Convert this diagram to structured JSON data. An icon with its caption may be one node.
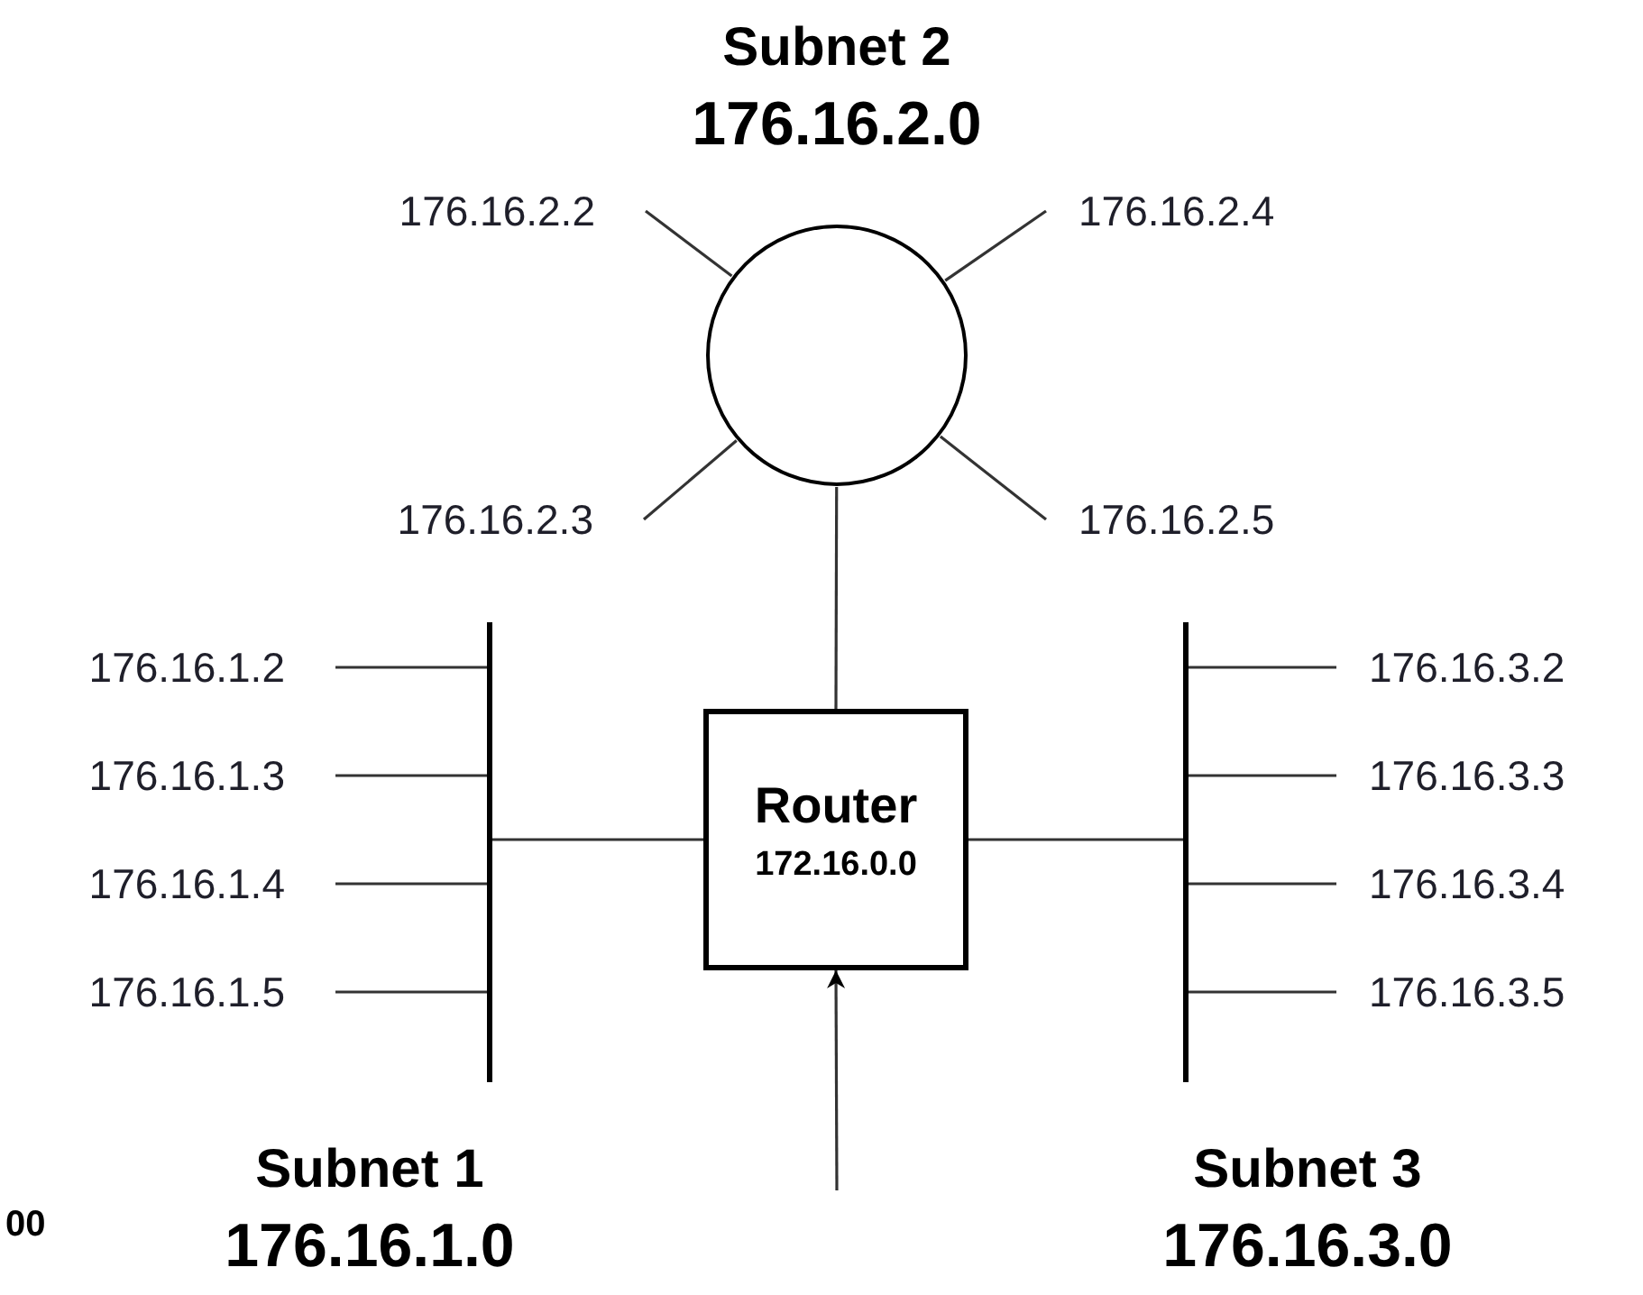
{
  "diagram": {
    "nodes": [
      {
        "text": [],
        "shape": "circle",
        "beside": [
          "Subnet 2",
          "176.16.2.0"
        ]
      },
      {
        "text": [
          "176.16.2.2"
        ]
      },
      {
        "text": [
          "176.16.2.4"
        ]
      },
      {
        "text": [
          "176.16.2.3"
        ]
      },
      {
        "text": [
          "176.16.2.5"
        ]
      },
      {
        "text": [],
        "shape": "bar",
        "beside": [
          "Subnet 1",
          "176.16.1.0"
        ]
      },
      {
        "text": [
          "176.16.1.2"
        ]
      },
      {
        "text": [
          "176.16.1.3"
        ]
      },
      {
        "text": [
          "176.16.1.4"
        ]
      },
      {
        "text": [
          "176.16.1.5"
        ]
      },
      {
        "text": [
          "Router",
          "172.16.0.0"
        ]
      },
      {
        "text": [],
        "shape": "bar",
        "beside": [
          "Subnet 3",
          "176.16.3.0"
        ]
      },
      {
        "text": [
          "176.16.3.2"
        ]
      },
      {
        "text": [
          "176.16.3.3"
        ]
      },
      {
        "text": [
          "176.16.3.4"
        ]
      },
      {
        "text": [
          "176.16.3.5"
        ]
      }
    ],
    "edges": [
      {
        "from": 1,
        "to": 0,
        "arrow": "none"
      },
      {
        "from": 2,
        "to": 0,
        "arrow": "none"
      },
      {
        "from": 3,
        "to": 0,
        "arrow": "none"
      },
      {
        "from": 4,
        "to": 0,
        "arrow": "none"
      },
      {
        "from": 0,
        "to": 10,
        "arrow": "none"
      },
      {
        "from": 6,
        "to": 5,
        "arrow": "none"
      },
      {
        "from": 7,
        "to": 5,
        "arrow": "none"
      },
      {
        "from": 8,
        "to": 5,
        "arrow": "none"
      },
      {
        "from": 9,
        "to": 5,
        "arrow": "none"
      },
      {
        "from": 5,
        "to": 10,
        "arrow": "none"
      },
      {
        "from": 10,
        "to": 11,
        "arrow": "none"
      },
      {
        "from": 11,
        "to": 12,
        "arrow": "none"
      },
      {
        "from": 11,
        "to": 13,
        "arrow": "none"
      },
      {
        "from": 11,
        "to": 14,
        "arrow": "none"
      },
      {
        "from": 11,
        "to": 15,
        "arrow": "none"
      },
      {
        "from": null,
        "to": 10,
        "arrow": "to"
      }
    ],
    "labels": [
      "00"
    ]
  }
}
